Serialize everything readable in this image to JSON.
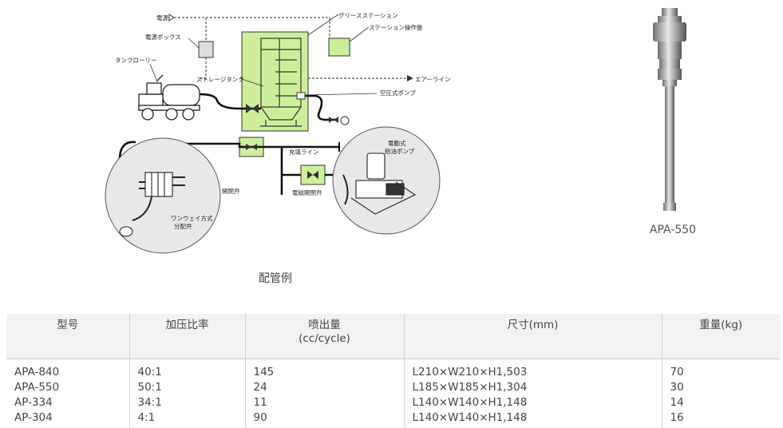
{
  "diagram": {
    "labels": {
      "power": "電源",
      "power_box": "電源ボックス",
      "tank_lorry": "タンクローリー",
      "grease_station": "グリースステーション",
      "station_panel": "ステーション操作盤",
      "storage_tank": "ストレージタンク",
      "air_line": "エアーライン",
      "air_pump": "空圧式ポンプ",
      "fill_line": "充填ライン",
      "electric_pump_1": "電動式",
      "electric_pump_2": "給油ポンプ",
      "solenoid_valve": "電磁開閉弁",
      "shutoff_valve": "開閉弁",
      "one_way_1": "ワンウェイ方式",
      "one_way_2": "分配弁"
    },
    "caption": "配管例"
  },
  "product": {
    "label": "APA-550"
  },
  "table": {
    "headers": [
      [
        "型号"
      ],
      [
        "加压比率"
      ],
      [
        "喷出量",
        "(cc/cycle)"
      ],
      [
        "尺寸(mm)"
      ],
      [
        "重量(kg)"
      ]
    ],
    "columns": [
      [
        "APA-840",
        "APA-550",
        "AP-334",
        "AP-304"
      ],
      [
        "40:1",
        "50:1",
        "34:1",
        "4:1"
      ],
      [
        "145",
        "24",
        "11",
        "90"
      ],
      [
        "L210×W210×H1,503",
        "L185×W185×H1,304",
        "L140×W140×H1,148",
        "L140×W140×H1,148"
      ],
      [
        "70",
        "30",
        "14",
        "16"
      ]
    ]
  },
  "colors": {
    "highlight_green": "#ccf099",
    "header_bg": "#f2f2f2",
    "border": "#d0d0d0"
  }
}
